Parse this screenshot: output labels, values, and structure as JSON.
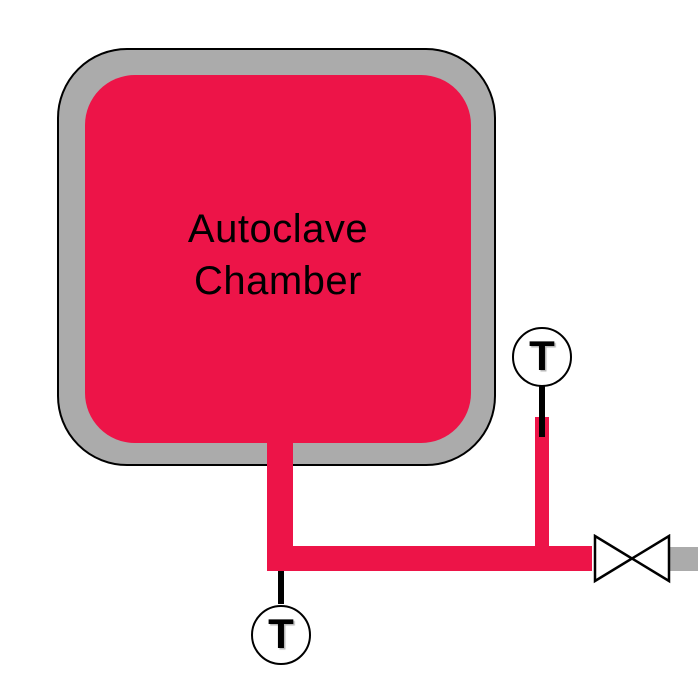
{
  "diagram": {
    "chamber": {
      "label_lines": [
        "Autoclave",
        "Chamber"
      ],
      "fill_color": "#ED1448",
      "wall_color": "#ABABAB",
      "outline_color": "#000000"
    },
    "pipes": {
      "drain_color": "#ED1448",
      "outlet_stub_color": "#ABABAB"
    },
    "sensors": [
      {
        "label": "T"
      },
      {
        "label": "T"
      }
    ],
    "valve": {
      "fill": "#FFFFFF",
      "stroke": "#000000"
    }
  }
}
